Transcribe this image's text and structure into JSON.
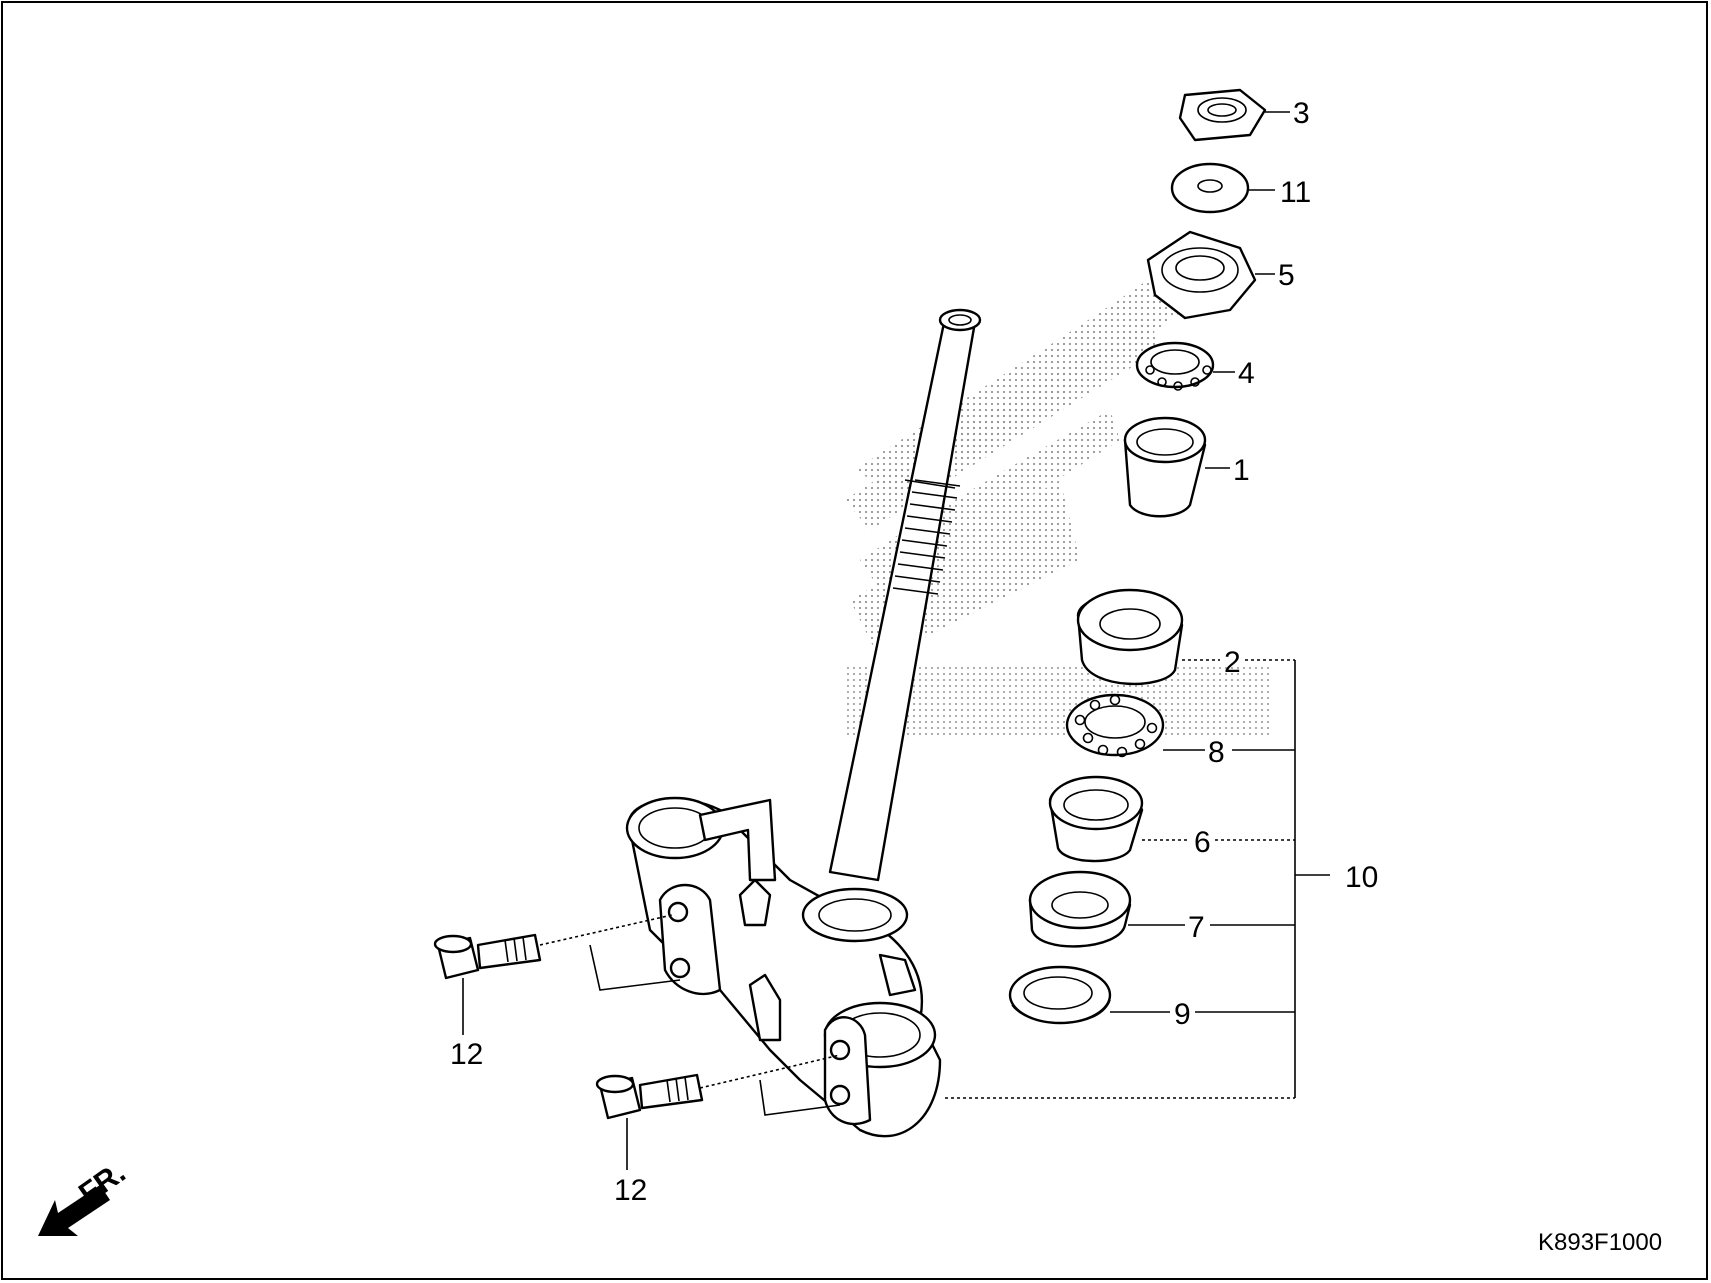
{
  "diagram": {
    "callouts": [
      {
        "id": "c3",
        "label": "3"
      },
      {
        "id": "c11",
        "label": "11"
      },
      {
        "id": "c5",
        "label": "5"
      },
      {
        "id": "c4",
        "label": "4"
      },
      {
        "id": "c1",
        "label": "1"
      },
      {
        "id": "c2",
        "label": "2"
      },
      {
        "id": "c8",
        "label": "8"
      },
      {
        "id": "c6",
        "label": "6"
      },
      {
        "id": "c10",
        "label": "10"
      },
      {
        "id": "c7",
        "label": "7"
      },
      {
        "id": "c9",
        "label": "9"
      },
      {
        "id": "c12a",
        "label": "12"
      },
      {
        "id": "c12b",
        "label": "12"
      }
    ],
    "front_arrow_label": "FR.",
    "diagram_code": "K893F1000"
  }
}
